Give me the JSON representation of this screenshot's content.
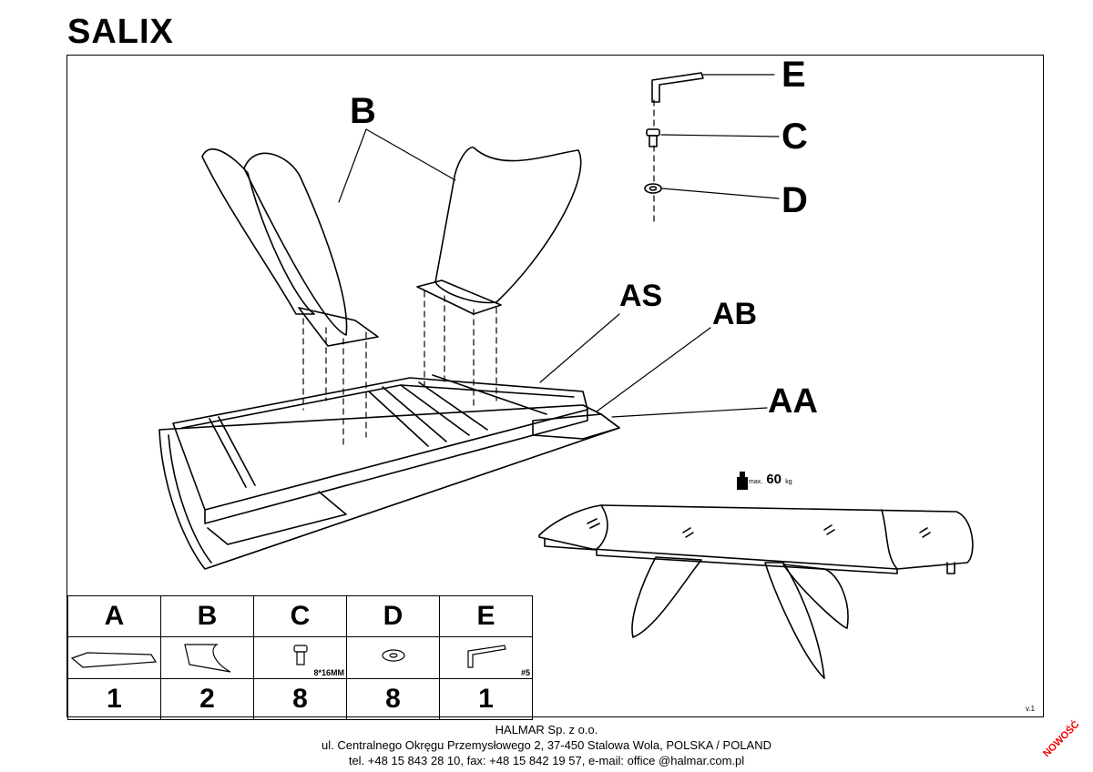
{
  "title": "SALIX",
  "labels": {
    "b": "B",
    "e": "E",
    "c": "C",
    "d": "D",
    "as": "AS",
    "ab": "AB",
    "aa": "AA"
  },
  "weight": {
    "prefix": "max.",
    "value": "60",
    "unit": "kg"
  },
  "version": "v.1",
  "parts": [
    {
      "letter": "A",
      "qty": "1",
      "note": "",
      "icon": "tabletop-icon"
    },
    {
      "letter": "B",
      "qty": "2",
      "note": "",
      "icon": "leg-icon"
    },
    {
      "letter": "C",
      "qty": "8",
      "note": "8*16MM",
      "icon": "screw-icon"
    },
    {
      "letter": "D",
      "qty": "8",
      "note": "",
      "icon": "washer-icon"
    },
    {
      "letter": "E",
      "qty": "1",
      "note": "#5",
      "icon": "allen-key-icon"
    }
  ],
  "footer": {
    "line1": "HALMAR Sp. z o.o.",
    "line2": "ul. Centralnego Okręgu Przemysłowego 2, 37-450 Stalowa Wola, POLSKA / POLAND",
    "line3": "tel. +48 15 843 28 10, fax: +48 15 842 19 57, e-mail: office @halmar.com.pl"
  },
  "badge": "NOWOŚĆ",
  "colors": {
    "ink": "#000000",
    "badge": "#e00000"
  }
}
